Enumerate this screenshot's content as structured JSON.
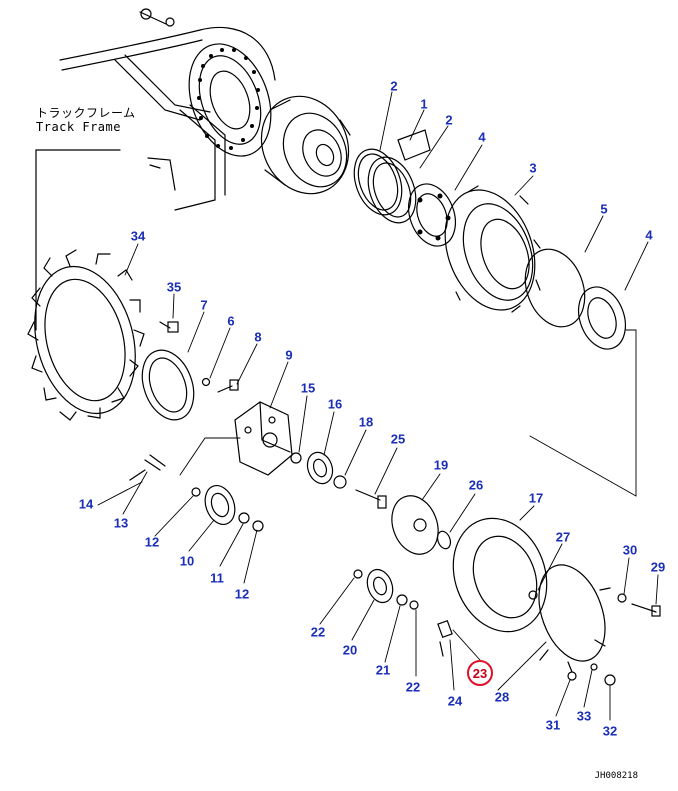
{
  "frame_label": {
    "jp": "トラックフレーム",
    "en": "Track Frame"
  },
  "drawing_code": "JH008218",
  "highlight": "23",
  "colors": {
    "callout": "#1a2eb8",
    "highlight": "#e0102a"
  },
  "callouts": [
    {
      "id": "c1",
      "text": "1"
    },
    {
      "id": "c2a",
      "text": "2"
    },
    {
      "id": "c2b",
      "text": "2"
    },
    {
      "id": "c3",
      "text": "3"
    },
    {
      "id": "c4a",
      "text": "4"
    },
    {
      "id": "c4b",
      "text": "4"
    },
    {
      "id": "c5",
      "text": "5"
    },
    {
      "id": "c6",
      "text": "6"
    },
    {
      "id": "c7",
      "text": "7"
    },
    {
      "id": "c8",
      "text": "8"
    },
    {
      "id": "c9",
      "text": "9"
    },
    {
      "id": "c10",
      "text": "10"
    },
    {
      "id": "c11",
      "text": "11"
    },
    {
      "id": "c12a",
      "text": "12"
    },
    {
      "id": "c12b",
      "text": "12"
    },
    {
      "id": "c13",
      "text": "13"
    },
    {
      "id": "c14",
      "text": "14"
    },
    {
      "id": "c15",
      "text": "15"
    },
    {
      "id": "c16",
      "text": "16"
    },
    {
      "id": "c17",
      "text": "17"
    },
    {
      "id": "c18",
      "text": "18"
    },
    {
      "id": "c19",
      "text": "19"
    },
    {
      "id": "c20",
      "text": "20"
    },
    {
      "id": "c21",
      "text": "21"
    },
    {
      "id": "c22a",
      "text": "22"
    },
    {
      "id": "c22b",
      "text": "22"
    },
    {
      "id": "c23",
      "text": "23"
    },
    {
      "id": "c24",
      "text": "24"
    },
    {
      "id": "c25",
      "text": "25"
    },
    {
      "id": "c26",
      "text": "26"
    },
    {
      "id": "c27",
      "text": "27"
    },
    {
      "id": "c28",
      "text": "28"
    },
    {
      "id": "c29",
      "text": "29"
    },
    {
      "id": "c30",
      "text": "30"
    },
    {
      "id": "c31",
      "text": "31"
    },
    {
      "id": "c32",
      "text": "32"
    },
    {
      "id": "c33",
      "text": "33"
    },
    {
      "id": "c34",
      "text": "34"
    },
    {
      "id": "c35",
      "text": "35"
    }
  ]
}
